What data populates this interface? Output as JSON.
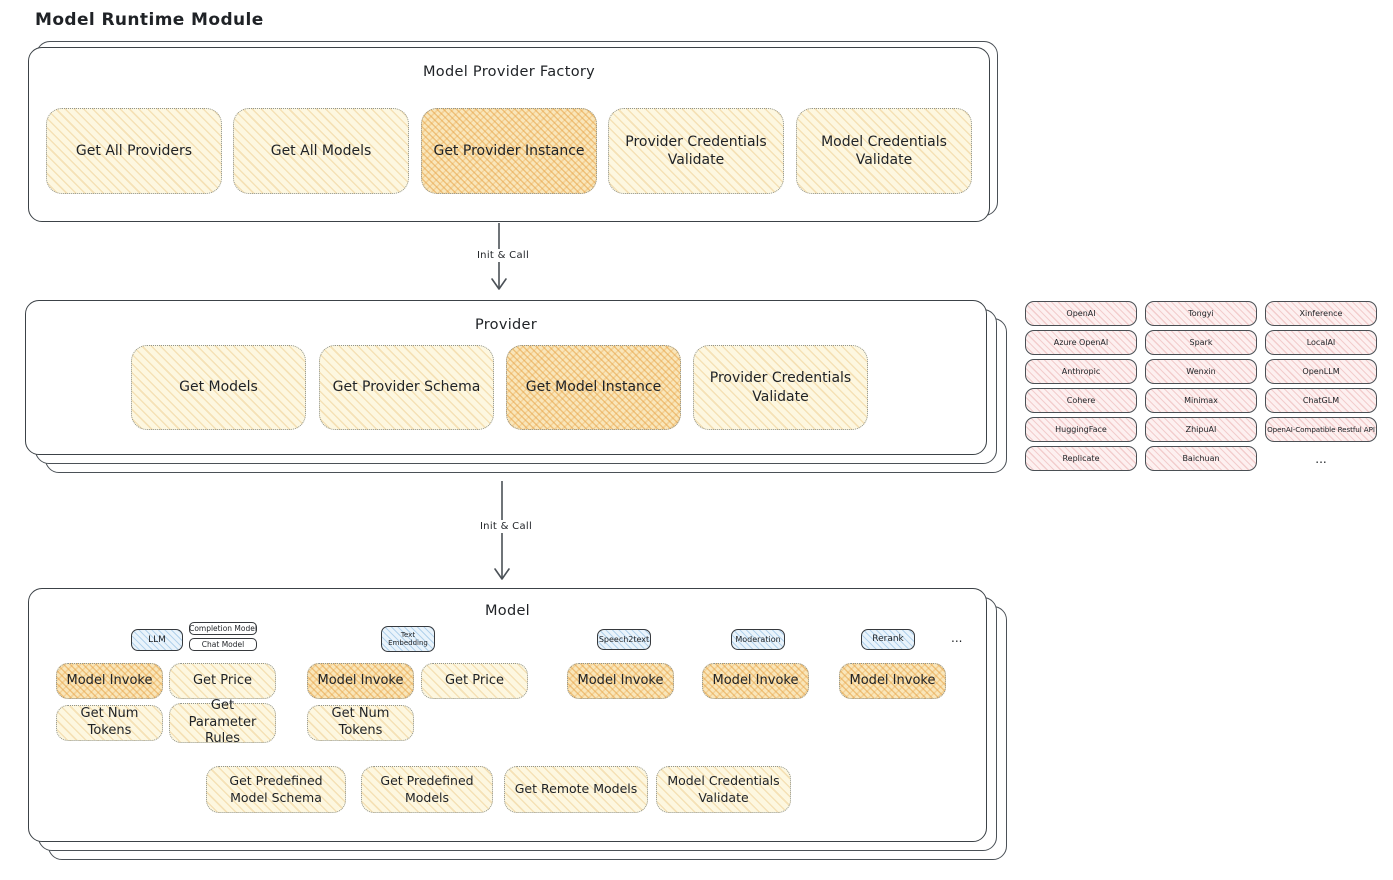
{
  "title": "Model Runtime Module",
  "factory": {
    "title": "Model Provider Factory",
    "buttons": [
      {
        "label": "Get All Providers"
      },
      {
        "label": "Get All Models"
      },
      {
        "label": "Get Provider Instance"
      },
      {
        "label": "Provider Credentials Validate"
      },
      {
        "label": "Model Credentials Validate"
      }
    ]
  },
  "arrows": [
    {
      "label": "Init & Call"
    },
    {
      "label": "Init & Call"
    }
  ],
  "provider": {
    "title": "Provider",
    "buttons": [
      {
        "label": "Get Models"
      },
      {
        "label": "Get Provider Schema"
      },
      {
        "label": "Get Model Instance"
      },
      {
        "label": "Provider Credentials Validate"
      }
    ]
  },
  "providers": {
    "items": [
      "OpenAI",
      "Tongyi",
      "Xinference",
      "Azure OpenAI",
      "Spark",
      "LocalAI",
      "Anthropic",
      "Wenxin",
      "OpenLLM",
      "Cohere",
      "Minimax",
      "ChatGLM",
      "HuggingFace",
      "ZhipuAI",
      "OpenAI-Compatible Restful API",
      "Replicate",
      "Baichuan"
    ],
    "ellipsis": "..."
  },
  "model": {
    "title": "Model",
    "types": {
      "llm": "LLM",
      "completion": "Completion Model",
      "chat": "Chat Model",
      "text_embedding": "Text Embedding",
      "speech2text": "Speech2text",
      "moderation": "Moderation",
      "rerank": "Rerank",
      "ellipsis": "..."
    },
    "actions": {
      "model_invoke": "Model Invoke",
      "get_price": "Get Price",
      "get_num_tokens": "Get Num Tokens",
      "get_parameter_rules": "Get Parameter Rules",
      "get_predefined_model_schema": "Get Predefined Model Schema",
      "get_predefined_models": "Get Predefined Models",
      "get_remote_models": "Get Remote Models",
      "model_credentials_validate": "Model Credentials Validate"
    }
  },
  "colors": {
    "button_yellow": "#fdf7e0",
    "button_highlight": "#f9e6ba",
    "chip_pink": "#fdf0f0",
    "chip_blue": "#e9f3fb",
    "stroke_dark": "#3c4247"
  }
}
